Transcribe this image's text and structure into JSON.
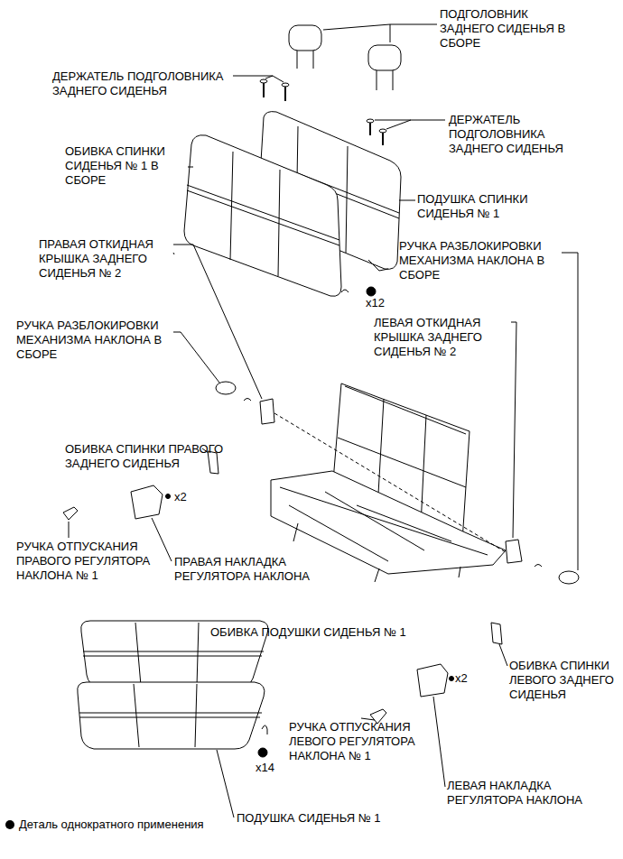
{
  "diagram": {
    "labels": [
      "ПОДГОЛОВНИК ЗАДНЕГО СИДЕНЬЯ В СБОРЕ",
      "ДЕРЖАТЕЛЬ ПОДГОЛОВНИКА ЗАДНЕГО СИДЕНЬЯ",
      "ДЕРЖАТЕЛЬ ПОДГОЛОВНИКА ЗАДНЕГО СИДЕНЬЯ",
      "ОБИВКА СПИНКИ СИДЕНЬЯ № 1 В СБОРЕ",
      "ПОДУШКА СПИНКИ СИДЕНЬЯ № 1",
      "ПРАВАЯ ОТКИДНАЯ КРЫШКА ЗАДНЕГО СИДЕНЬЯ № 2",
      "РУЧКА РАЗБЛОКИРОВКИ МЕХАНИЗМА НАКЛОНА В СБОРЕ",
      "x12",
      "ЛЕВАЯ ОТКИДНАЯ КРЫШКА ЗАДНЕГО СИДЕНЬЯ № 2",
      "РУЧКА РАЗБЛОКИРОВКИ МЕХАНИЗМА НАКЛОНА В СБОРЕ",
      "ОБИВКА СПИНКИ ПРАВОГО ЗАДНЕГО СИДЕНЬЯ",
      "x2",
      "РУЧКА ОТПУСКАНИЯ ПРАВОГО РЕГУЛЯТОРА НАКЛОНА № 1",
      "ПРАВАЯ НАКЛАДКА РЕГУЛЯТОРА НАКЛОНА",
      "ОБИВКА ПОДУШКИ СИДЕНЬЯ № 1",
      "ОБИВКА СПИНКИ ЛЕВОГО ЗАДНЕГО СИДЕНЬЯ",
      "x2",
      "РУЧКА ОТПУСКАНИЯ ЛЕВОГО РЕГУЛЯТОРА НАКЛОНА № 1",
      "x14",
      "ЛЕВАЯ НАКЛАДКА РЕГУЛЯТОРА НАКЛОНА",
      "ПОДУШКА СИДЕНЬЯ № 1"
    ],
    "legend": [
      {
        "text": "Деталь однократного применения"
      }
    ]
  }
}
